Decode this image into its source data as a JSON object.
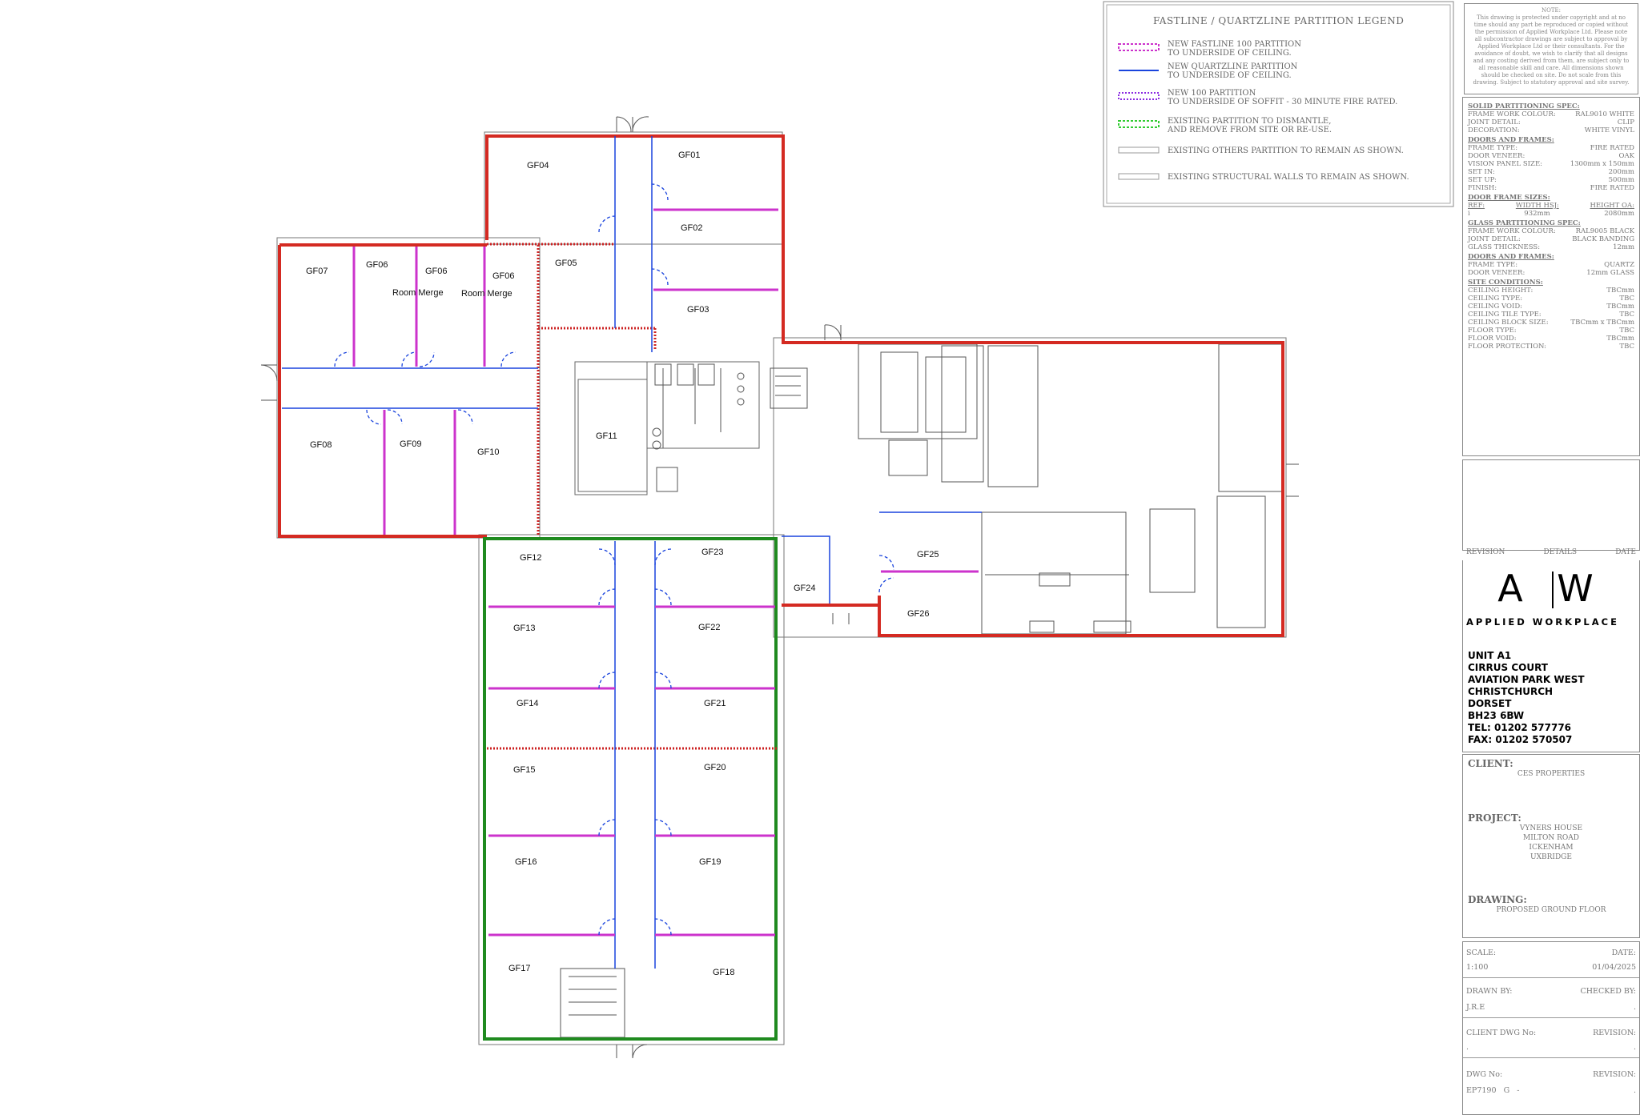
{
  "rooms": {
    "GF01": "GF01",
    "GF02": "GF02",
    "GF03": "GF03",
    "GF04": "GF04",
    "GF05": "GF05",
    "GF06a": "GF06",
    "GF06b": "GF06",
    "GF06c": "GF06",
    "GF07": "GF07",
    "GF08": "GF08",
    "GF09": "GF09",
    "GF10": "GF10",
    "GF11": "GF11",
    "GF12": "GF12",
    "GF13": "GF13",
    "GF14": "GF14",
    "GF15": "GF15",
    "GF16": "GF16",
    "GF17": "GF17",
    "GF18": "GF18",
    "GF19": "GF19",
    "GF20": "GF20",
    "GF21": "GF21",
    "GF22": "GF22",
    "GF23": "GF23",
    "GF24": "GF24",
    "GF25": "GF25",
    "GF26": "GF26",
    "merge1": "Room Merge",
    "merge2": "Room Merge"
  },
  "legend": {
    "title": "FASTLINE / QUARTZLINE PARTITION LEGEND",
    "items": [
      {
        "l1": "NEW FASTLINE 100 PARTITION",
        "l2": "TO UNDERSIDE OF CEILING.",
        "color": "#cc33cc"
      },
      {
        "l1": "NEW QUARTZLINE PARTITION",
        "l2": "TO UNDERSIDE OF CEILING.",
        "color": "#1a44dd"
      },
      {
        "l1": "NEW 100 PARTITION",
        "l2": "TO UNDERSIDE OF SOFFIT - 30 MINUTE FIRE RATED.",
        "color": "#8a2be2"
      },
      {
        "l1": "EXISTING PARTITION TO DISMANTLE,",
        "l2": "AND REMOVE FROM SITE OR RE-USE.",
        "color": "#33cc33"
      },
      {
        "l1": "EXISTING OTHERS PARTITION TO REMAIN AS SHOWN.",
        "l2": "",
        "color": "#999999"
      },
      {
        "l1": "EXISTING STRUCTURAL WALLS TO REMAIN AS SHOWN.",
        "l2": "",
        "color": "#999999"
      }
    ]
  },
  "note": {
    "head": "NOTE:",
    "body": "This drawing is protected under copyright and at no time should any part be reproduced or copied without the permission of Applied Workplace Ltd. Please note all subcontractor drawings are subject to approval by Applied Workplace Ltd or their consultants. For the avoidance of doubt, we wish to clarify that all designs and any costing derived from them, are subject only to all reasonable skill and care. All dimensions shown should be checked on site. Do not scale from this drawing. Subject to statutory approval and site survey."
  },
  "spec": {
    "solid_title": "SOLID PARTITIONING SPEC:",
    "solid": [
      [
        "FRAME WORK COLOUR:",
        "RAL9010 WHITE"
      ],
      [
        "JOINT DETAIL:",
        "CLIP"
      ],
      [
        "DECORATION:",
        "WHITE VINYL"
      ]
    ],
    "doors_title": "DOORS AND FRAMES:",
    "doors": [
      [
        "FRAME TYPE:",
        "FIRE RATED"
      ],
      [
        "DOOR VENEER:",
        "OAK"
      ],
      [
        "VISION PANEL SIZE:",
        "1300mm x 150mm"
      ],
      [
        "SET IN:",
        "200mm"
      ],
      [
        "SET UP:",
        "500mm"
      ],
      [
        "FINISH:",
        "FIRE RATED"
      ]
    ],
    "dfs_title": "DOOR FRAME SIZES:",
    "dfs_head": [
      "REF:",
      "WIDTH HSJ:",
      "HEIGHT OA:"
    ],
    "dfs_row": [
      "i",
      "932mm",
      "2080mm"
    ],
    "glass_title": "GLASS PARTITIONING SPEC:",
    "glass": [
      [
        "FRAME WORK COLOUR:",
        "RAL9005 BLACK"
      ],
      [
        "JOINT DETAIL:",
        "BLACK BANDING"
      ],
      [
        "GLASS THICKNESS:",
        "12mm"
      ]
    ],
    "doors2_title": "DOORS AND FRAMES:",
    "doors2": [
      [
        "FRAME TYPE:",
        "QUARTZ"
      ],
      [
        "DOOR VENEER:",
        "12mm GLASS"
      ]
    ],
    "site_title": "SITE CONDITIONS:",
    "site": [
      [
        "CEILING HEIGHT:",
        "TBCmm"
      ],
      [
        "CEILING TYPE:",
        "TBC"
      ],
      [
        "CEILING VOID:",
        "TBCmm"
      ],
      [
        "CEILING TILE TYPE:",
        "TBC"
      ],
      [
        "CEILING BLOCK SIZE:",
        "TBCmm x TBCmm"
      ],
      [
        "FLOOR TYPE:",
        "TBC"
      ],
      [
        "FLOOR VOID:",
        "TBCmm"
      ],
      [
        "FLOOR PROTECTION:",
        "TBC"
      ]
    ]
  },
  "revision": {
    "c1": "REVISION",
    "c2": "DETAILS",
    "c3": "DATE"
  },
  "company": {
    "logo_a": "A",
    "logo_w": "W",
    "name": "APPLIED WORKPLACE",
    "addr": [
      "UNIT A1",
      "CIRRUS COURT",
      "AVIATION PARK WEST",
      "CHRISTCHURCH",
      "DORSET",
      "BH23 6BW",
      "TEL: 01202 577776",
      "FAX: 01202 570507"
    ]
  },
  "client": {
    "client_label": "CLIENT:",
    "client_value": "CES PROPERTIES",
    "project_label": "PROJECT:",
    "project_lines": [
      "VYNERS HOUSE",
      "MILTON ROAD",
      "ICKENHAM",
      "UXBRIDGE"
    ],
    "drawing_label": "DRAWING:",
    "drawing_value": "PROPOSED GROUND FLOOR"
  },
  "meta": {
    "scale_l": "SCALE:",
    "date_l": "DATE:",
    "scale": "1:100",
    "date": "01/04/2025",
    "drawn_l": "DRAWN BY:",
    "checked_l": "CHECKED BY:",
    "drawn": "J.R.E",
    "checked": ".",
    "cdwg_l": "CLIENT DWG No:",
    "rev_l": "REVISION:",
    "cdwg": ".",
    "rev": ".",
    "dwg_l": "DWG No:",
    "rev2_l": "REVISION:",
    "dwg": "EP7190   G   -",
    "rev2": "."
  }
}
